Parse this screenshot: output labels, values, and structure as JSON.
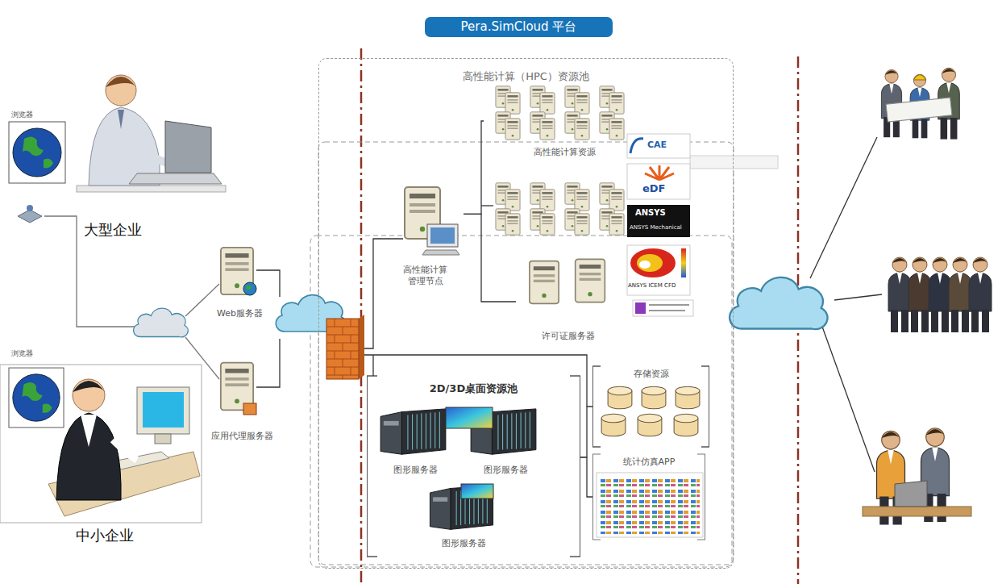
{
  "diagram": {
    "title": "Pera.SimCloud 平台",
    "nodes": [
      {
        "text": [
          "高性能计算（HPC）资源池"
        ]
      },
      {
        "text": [
          "高性能计算资源"
        ],
        "in": 0
      },
      {
        "text": [
          "高性能计算 管理节点"
        ],
        "in": 0
      },
      {
        "text": [
          "许可证服务器"
        ],
        "in": 0
      },
      {
        "text": [
          "存储资源"
        ],
        "in": 0
      },
      {
        "text": [
          "2D/3D桌面资源池"
        ],
        "in": 0
      },
      {
        "text": [
          "图形服务器"
        ],
        "in": 5
      },
      {
        "text": [
          "图形服务器"
        ],
        "in": 5
      },
      {
        "text": [
          "图形服务器"
        ],
        "in": 5
      },
      {
        "text": [
          "统计仿真APP"
        ],
        "in": 0
      },
      {
        "text": [
          "Web服务器"
        ]
      },
      {
        "text": [
          "应用代理服务器"
        ]
      },
      {
        "text": [
          "大型企业"
        ]
      },
      {
        "text": [
          "中小企业"
        ]
      }
    ],
    "edges": [
      {
        "from": 2,
        "to": 1,
        "arrow": "none"
      },
      {
        "from": 2,
        "to": 3,
        "arrow": "none"
      },
      {
        "from": 5,
        "to": 4,
        "arrow": "none"
      },
      {
        "from": 5,
        "to": 9,
        "arrow": "none"
      }
    ],
    "labels": [
      "浏览器",
      "浏览器",
      "CAE",
      "eDF",
      "ANSYS",
      "ANSYS Mechanical",
      "ANSYS ICEM CFD"
    ]
  }
}
